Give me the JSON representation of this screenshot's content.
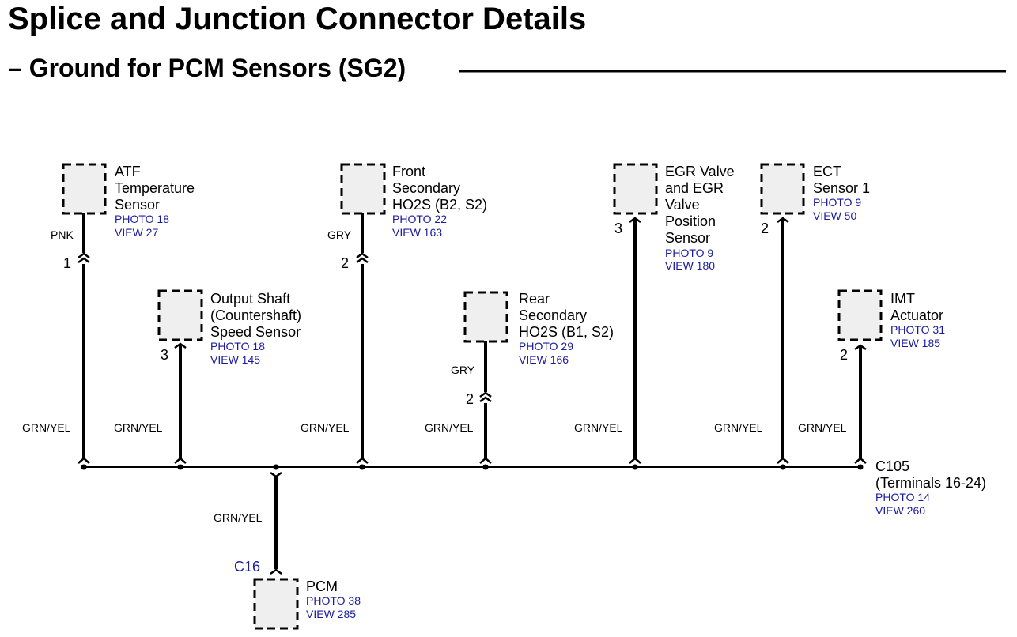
{
  "title": "Splice and Junction Connector Details",
  "subtitle": "– Ground for PCM Sensors (SG2)",
  "components": [
    {
      "id": "atf",
      "name_lines": [
        "ATF",
        "Temperature",
        "Sensor"
      ],
      "photo": "PHOTO 18",
      "view": "VIEW 27",
      "pin": "1",
      "wire_color_top": "PNK",
      "wire_color_bottom": "GRN/YEL"
    },
    {
      "id": "output-shaft",
      "name_lines": [
        "Output Shaft",
        "(Countershaft)",
        "Speed Sensor"
      ],
      "photo": "PHOTO 18",
      "view": "VIEW 145",
      "pin": "3",
      "wire_color_bottom": "GRN/YEL"
    },
    {
      "id": "front-ho2s",
      "name_lines": [
        "Front",
        "Secondary",
        "HO2S (B2, S2)"
      ],
      "photo": "PHOTO 22",
      "view": "VIEW 163",
      "pin": "2",
      "wire_color_top": "GRY",
      "wire_color_bottom": "GRN/YEL"
    },
    {
      "id": "rear-ho2s",
      "name_lines": [
        "Rear",
        "Secondary",
        "HO2S (B1, S2)"
      ],
      "photo": "PHOTO 29",
      "view": "VIEW 166",
      "pin": "2",
      "wire_color_top": "GRY",
      "wire_color_bottom": "GRN/YEL"
    },
    {
      "id": "egr",
      "name_lines": [
        "EGR Valve",
        "and EGR",
        "Valve",
        "Position",
        "Sensor"
      ],
      "photo": "PHOTO 9",
      "view": "VIEW 180",
      "pin": "3",
      "wire_color_bottom": "GRN/YEL"
    },
    {
      "id": "ect",
      "name_lines": [
        "ECT",
        "Sensor 1"
      ],
      "photo": "PHOTO 9",
      "view": "VIEW 50",
      "pin": "2",
      "wire_color_bottom": "GRN/YEL"
    },
    {
      "id": "imt",
      "name_lines": [
        "IMT",
        "Actuator"
      ],
      "photo": "PHOTO 31",
      "view": "VIEW 185",
      "pin": "2",
      "wire_color_bottom": "GRN/YEL"
    },
    {
      "id": "pcm",
      "name_lines": [
        "PCM"
      ],
      "photo": "PHOTO 38",
      "view": "VIEW 285",
      "connector": "C16",
      "wire_color": "GRN/YEL"
    }
  ],
  "junction": {
    "name_lines": [
      "C105",
      "(Terminals 16-24)"
    ],
    "photo": "PHOTO 14",
    "view": "VIEW 260"
  },
  "colors": {
    "reference_text": "#1a1aa0",
    "box_fill": "#efefef"
  }
}
